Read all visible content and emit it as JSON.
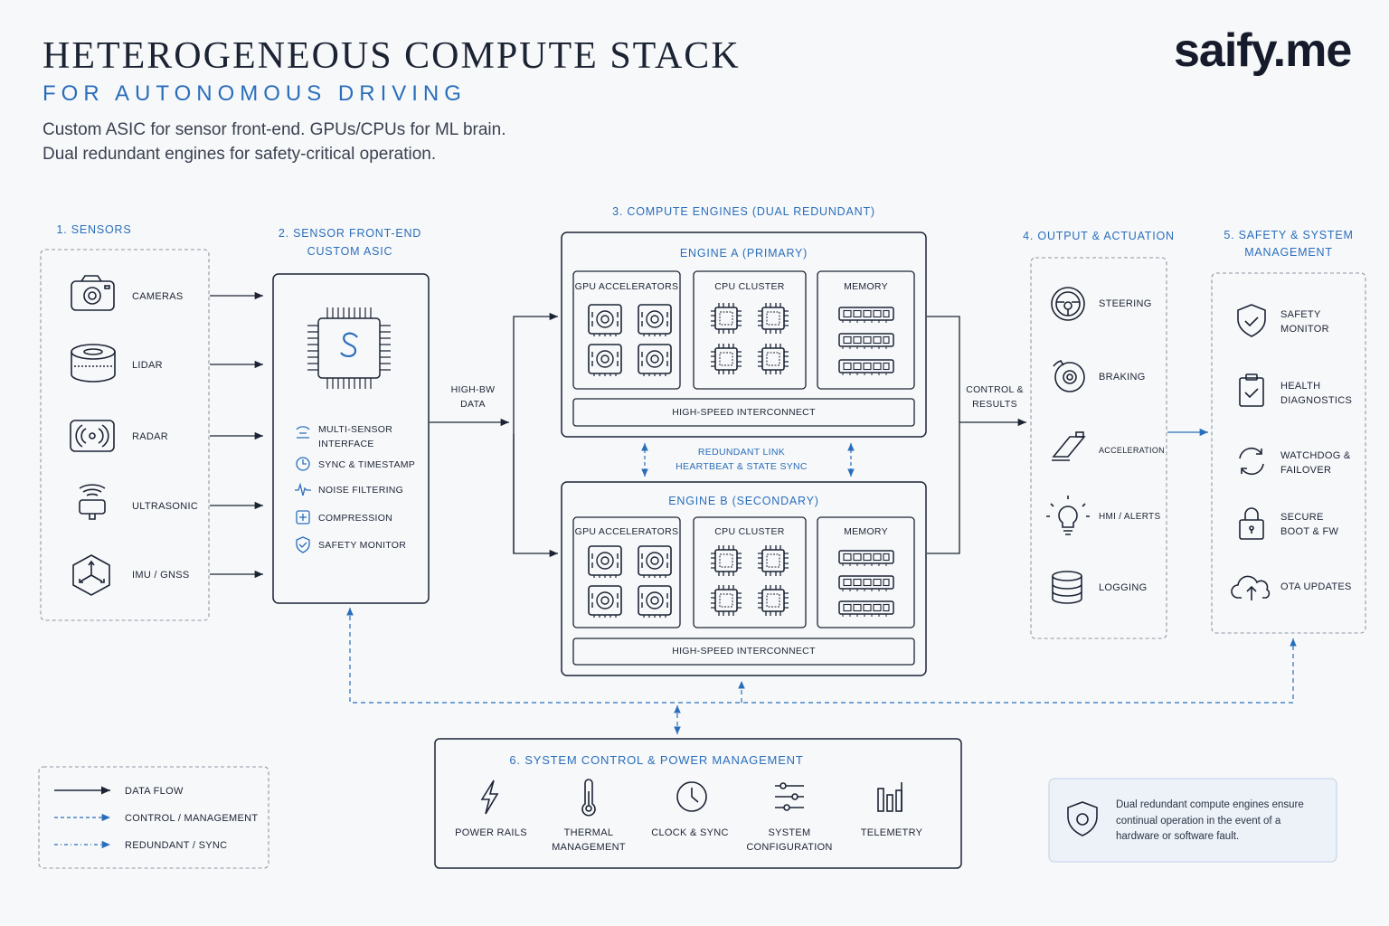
{
  "header": {
    "title": "HETEROGENEOUS COMPUTE STACK",
    "subtitle": "FOR AUTONOMOUS DRIVING",
    "desc1": "Custom ASIC for sensor front-end. GPUs/CPUs for ML brain.",
    "desc2": "Dual redundant engines for safety-critical operation.",
    "logo": "saify.me"
  },
  "sensors": {
    "title": "1. SENSORS",
    "items": [
      "CAMERAS",
      "LIDAR",
      "RADAR",
      "ULTRASONIC",
      "IMU / GNSS"
    ]
  },
  "asic": {
    "title1": "2. SENSOR FRONT-END",
    "title2": "CUSTOM ASIC",
    "features": [
      "MULTI-SENSOR",
      "INTERFACE",
      "SYNC & TIMESTAMP",
      "NOISE FILTERING",
      "COMPRESSION",
      "SAFETY MONITOR"
    ]
  },
  "flow": {
    "hbw1": "HIGH-BW",
    "hbw2": "DATA",
    "ctrl1": "CONTROL &",
    "ctrl2": "RESULTS"
  },
  "compute": {
    "title": "3. COMPUTE ENGINES (DUAL REDUNDANT)",
    "engine_a": "ENGINE A (PRIMARY)",
    "engine_b": "ENGINE B (SECONDARY)",
    "gpu": "GPU ACCELERATORS",
    "cpu": "CPU CLUSTER",
    "memory": "MEMORY",
    "interconnect": "HIGH-SPEED INTERCONNECT",
    "link1": "REDUNDANT LINK",
    "link2": "HEARTBEAT & STATE SYNC"
  },
  "output": {
    "title": "4. OUTPUT & ACTUATION",
    "items": [
      "STEERING",
      "BRAKING",
      "ACCELERATION",
      "HMI / ALERTS",
      "LOGGING"
    ]
  },
  "safety": {
    "title1": "5. SAFETY & SYSTEM",
    "title2": "MANAGEMENT",
    "items": [
      [
        "SAFETY",
        "MONITOR"
      ],
      [
        "HEALTH",
        "DIAGNOSTICS"
      ],
      [
        "WATCHDOG &",
        "FAILOVER"
      ],
      [
        "SECURE",
        "BOOT & FW"
      ],
      [
        "OTA UPDATES",
        ""
      ]
    ]
  },
  "system": {
    "title": "6. SYSTEM CONTROL & POWER MANAGEMENT",
    "items": [
      [
        "POWER RAILS",
        ""
      ],
      [
        "THERMAL",
        "MANAGEMENT"
      ],
      [
        "CLOCK & SYNC",
        ""
      ],
      [
        "SYSTEM",
        "CONFIGURATION"
      ],
      [
        "TELEMETRY",
        ""
      ]
    ]
  },
  "legend": {
    "items": [
      "DATA FLOW",
      "CONTROL / MANAGEMENT",
      "REDUNDANT / SYNC"
    ]
  },
  "note": {
    "lines": [
      "Dual redundant compute engines ensure",
      "continual operation in the event of a",
      "hardware or software fault."
    ]
  },
  "colors": {
    "dark": "#1c2434",
    "accent": "#2a6ebb",
    "background": "#f7f8fa"
  }
}
